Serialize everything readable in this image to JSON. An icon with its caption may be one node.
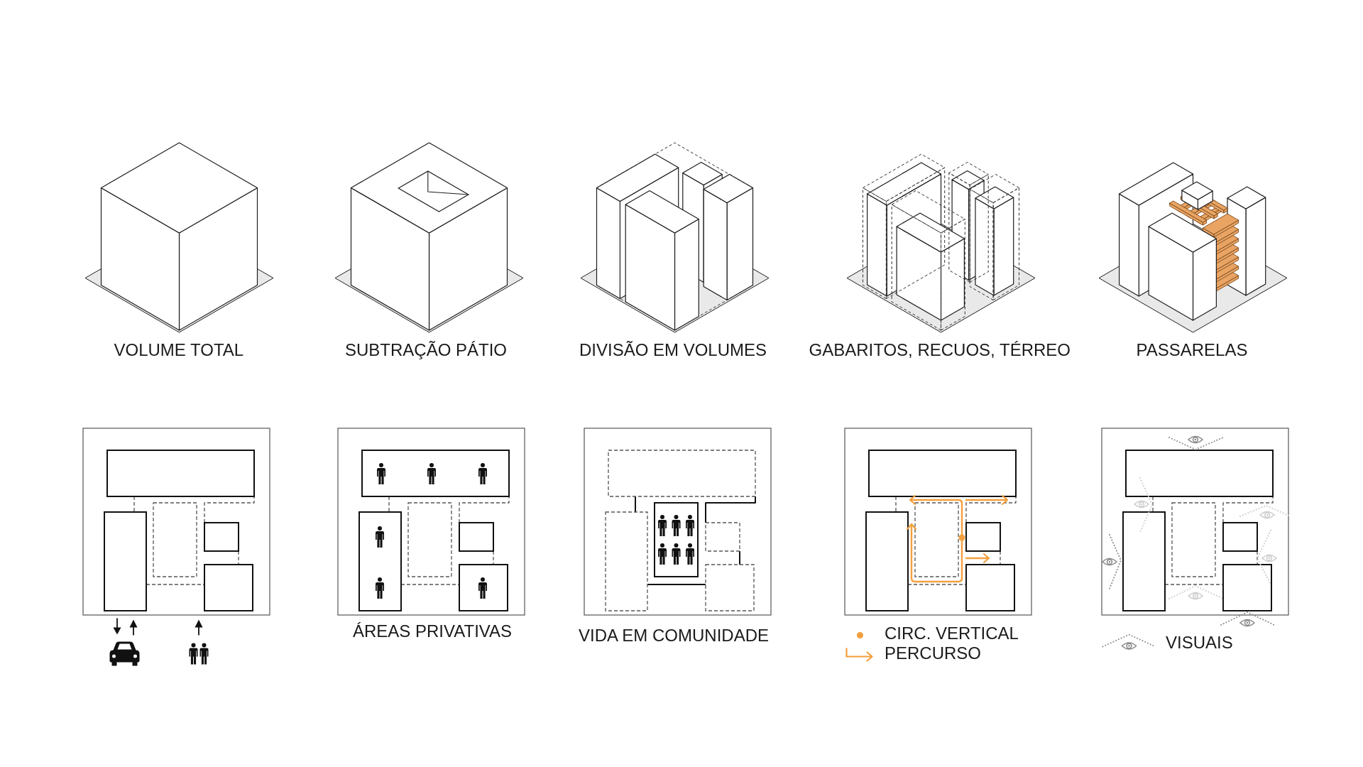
{
  "diagram": {
    "labels": [
      "VOLUME TOTAL",
      "SUBTRAÇÃO PÁTIO",
      "DIVISÃO EM VOLUMES",
      "GABARITOS, RECUOS, TÉRREO",
      "PASSARELAS",
      "ÁREAS PRIVATIVAS",
      "VIDA EM COMUNIDADE"
    ],
    "legend": [
      {
        "text": "CIRC. VERTICAL",
        "color": "#f2a03d"
      },
      {
        "text": "PERCURSO"
      },
      {
        "text": "VISUAIS"
      }
    ]
  }
}
